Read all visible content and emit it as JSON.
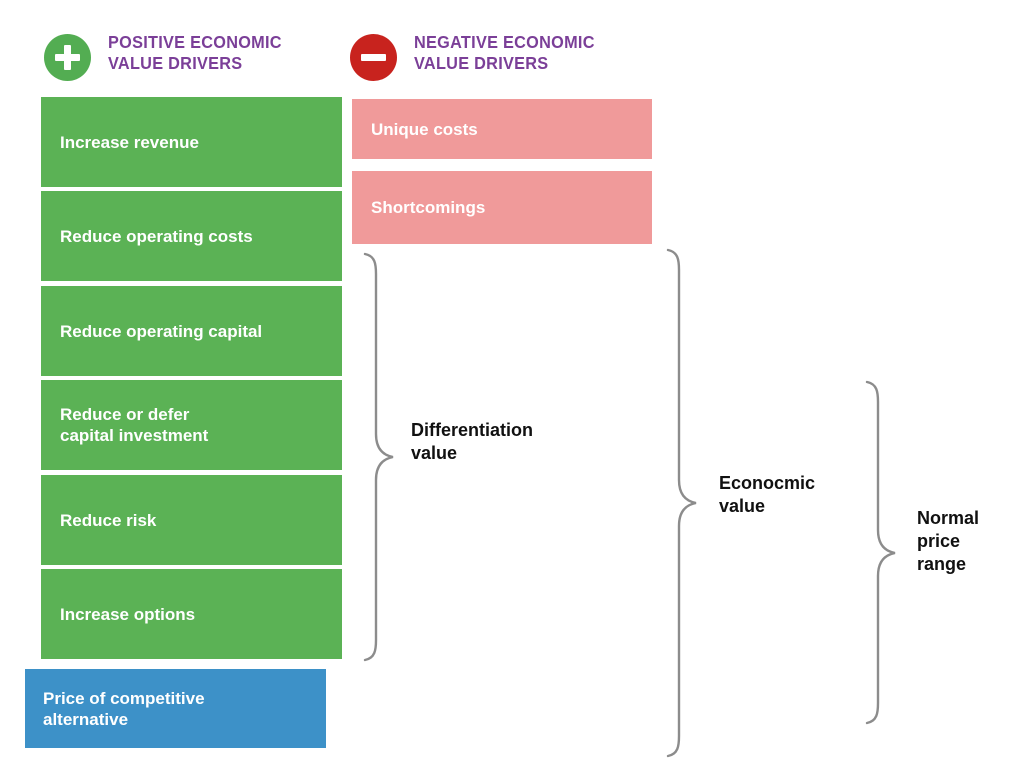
{
  "legend": {
    "positive": {
      "icon": "plus-circle-icon",
      "label": "POSITIVE ECONOMIC\nVALUE DRIVERS",
      "color": "#53ad52"
    },
    "negative": {
      "icon": "minus-circle-icon",
      "label": "NEGATIVE ECONOMIC\nVALUE DRIVERS",
      "color": "#c8231e"
    },
    "text_color": "#7b3f98"
  },
  "positive_drivers": {
    "color": "#5bb255",
    "items": [
      {
        "label": "Increase revenue"
      },
      {
        "label": "Reduce operating costs"
      },
      {
        "label": "Reduce operating capital"
      },
      {
        "label": "Reduce or defer\ncapital investment"
      },
      {
        "label": "Reduce risk"
      },
      {
        "label": "Increase options"
      }
    ]
  },
  "negative_drivers": {
    "color": "#f09a9a",
    "items": [
      {
        "label": "Unique costs"
      },
      {
        "label": "Shortcomings"
      }
    ]
  },
  "baseline": {
    "color": "#3d91c8",
    "label": "Price of competitive\nalternative"
  },
  "braces": [
    {
      "label": "Differentiation\nvalue"
    },
    {
      "label": "Econocmic\nvalue"
    },
    {
      "label": "Normal\nprice\nrange"
    }
  ]
}
